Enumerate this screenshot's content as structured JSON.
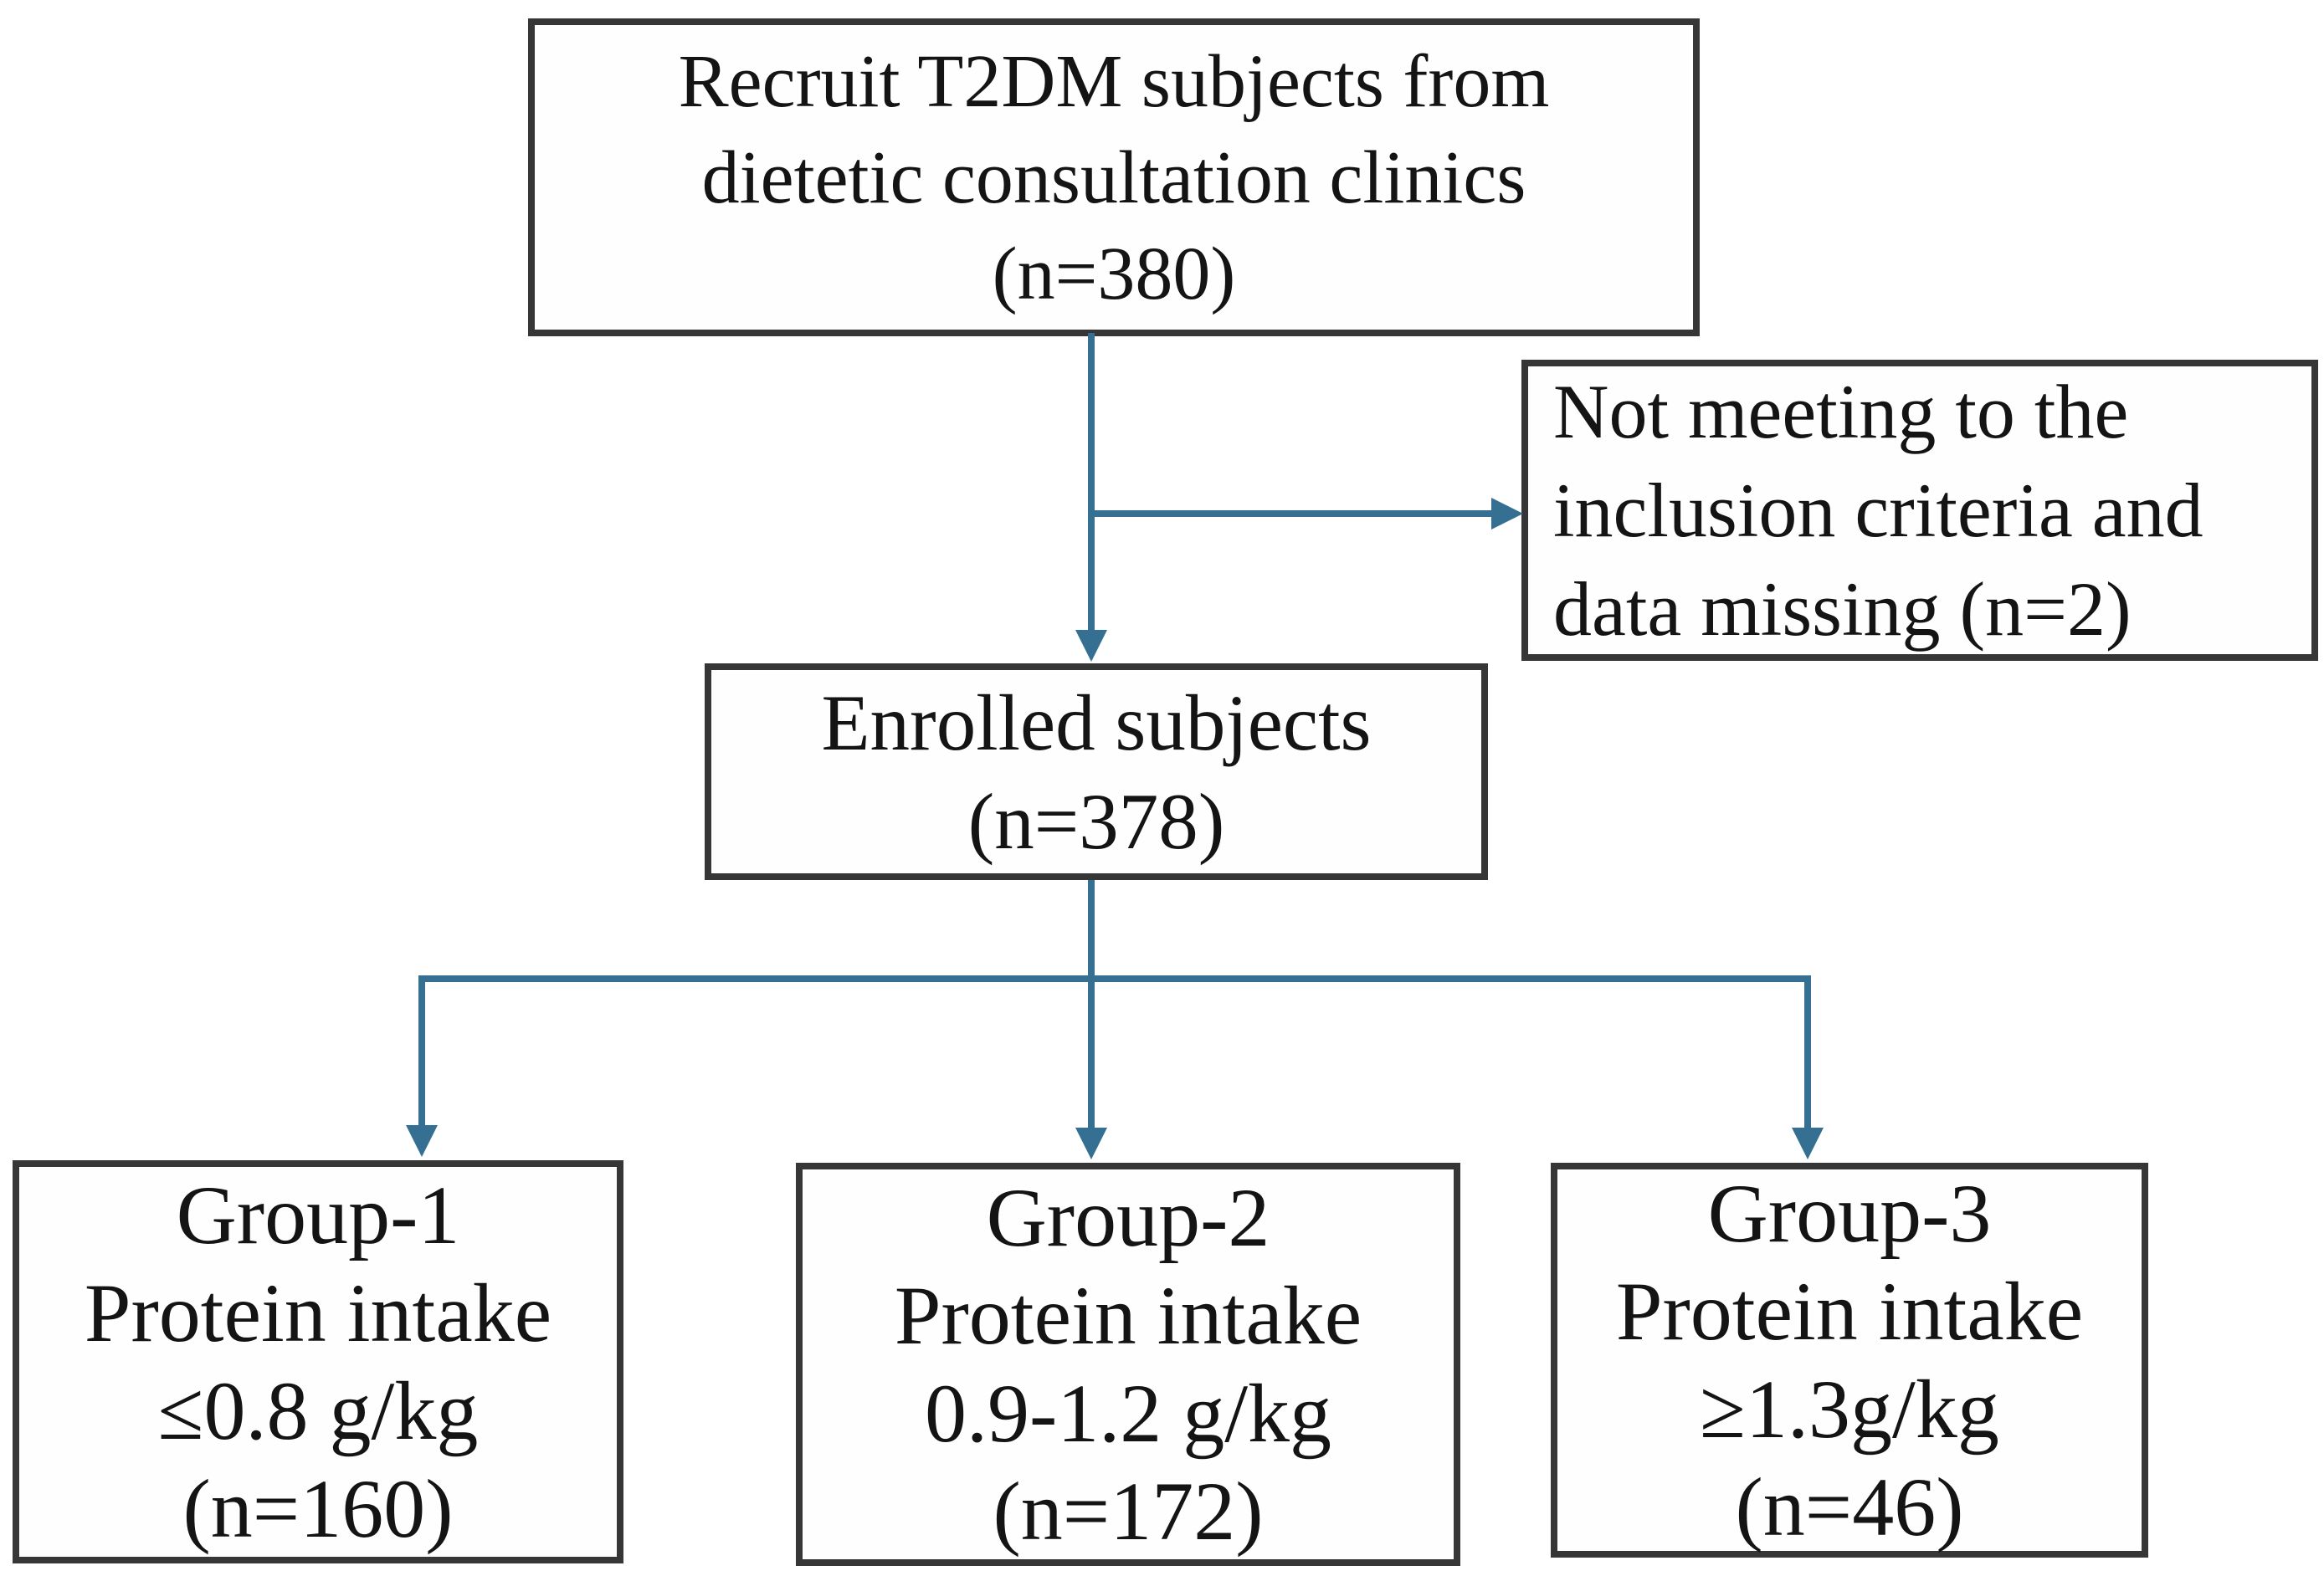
{
  "diagram": {
    "type": "flowchart",
    "colors": {
      "connector": "#356f92",
      "box_border": "#363636",
      "text": "#141414",
      "background": "#ffffff"
    },
    "nodes": {
      "recruit": {
        "n": 380,
        "lines": [
          "Recruit T2DM subjects from",
          "dietetic consultation clinics",
          "(n=380)"
        ]
      },
      "excluded": {
        "n": 2,
        "lines": [
          "Not meeting to the",
          "inclusion criteria and",
          "data missing (n=2)"
        ]
      },
      "enrolled": {
        "n": 378,
        "lines": [
          "Enrolled subjects",
          "(n=378)"
        ]
      },
      "group1": {
        "n": 160,
        "lines": [
          "Group-1",
          "Protein intake",
          "≤0.8 g/kg",
          "(n=160)"
        ]
      },
      "group2": {
        "n": 172,
        "lines": [
          "Group-2",
          "Protein intake",
          "0.9-1.2 g/kg",
          "(n=172)"
        ]
      },
      "group3": {
        "n": 46,
        "lines": [
          "Group-3",
          "Protein intake",
          "≥1.3g/kg",
          "(n=46)"
        ]
      }
    }
  }
}
